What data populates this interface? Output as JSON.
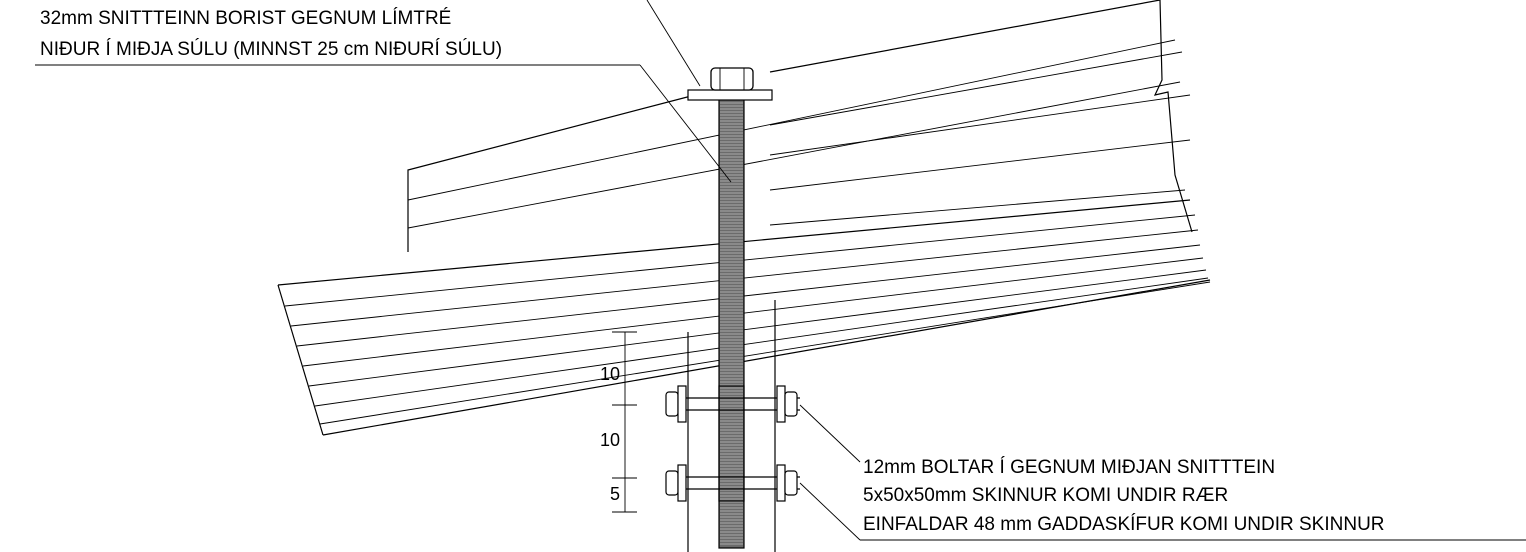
{
  "notes": {
    "top_line_1": "32mm SNITTTEINN BORIST GEGNUM LÍMTRÉ",
    "top_line_2": "NIÐUR Í MIÐJA SÚLU (MINNST 25 cm NIÐURÍ SÚLU)",
    "bottom_line_1": "12mm BOLTAR Í GEGNUM MIÐJAN SNITTTEIN",
    "bottom_line_2": "5x50x50mm SKINNUR KOMI UNDIR RÆR",
    "bottom_line_3": "EINFALDAR 48 mm GADDASKÍFUR KOMI UNDIR SKINNUR"
  },
  "dimensions": {
    "d1": "10",
    "d2": "10",
    "d3": "5"
  }
}
